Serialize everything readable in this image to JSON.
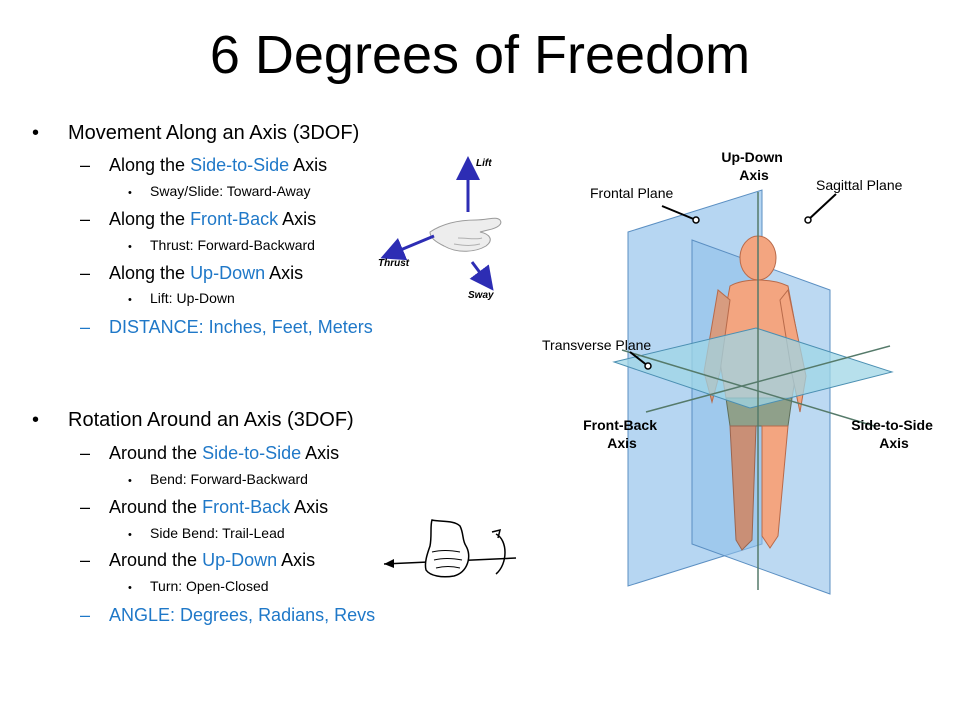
{
  "title": "6 Degrees of Freedom",
  "bullet": "•",
  "dash": "–",
  "sub_bullet": "•",
  "colors": {
    "accent": "#1f78c8",
    "arrow": "#2d2db4",
    "plane_blue": "#a9cff0",
    "skin": "#f3a580"
  },
  "translation": {
    "heading": "Movement Along an Axis (3DOF)",
    "items": [
      {
        "prefix": "Along the ",
        "axis": "Side-to-Side",
        "suffix": " Axis",
        "detail": "Sway/Slide: Toward-Away"
      },
      {
        "prefix": "Along the ",
        "axis": "Front-Back",
        "suffix": " Axis",
        "detail": "Thrust: Forward-Backward"
      },
      {
        "prefix": "Along the ",
        "axis": "Up-Down",
        "suffix": " Axis",
        "detail": "Lift: Up-Down"
      }
    ],
    "units": "DISTANCE: Inches, Feet, Meters"
  },
  "rotation": {
    "heading": "Rotation Around an Axis (3DOF)",
    "items": [
      {
        "prefix": "Around the ",
        "axis": "Side-to-Side",
        "suffix": " Axis",
        "detail": "Bend: Forward-Backward"
      },
      {
        "prefix": "Around the ",
        "axis": "Front-Back",
        "suffix": " Axis",
        "detail": "Side Bend: Trail-Lead"
      },
      {
        "prefix": "Around the ",
        "axis": "Up-Down",
        "suffix": " Axis",
        "detail": "Turn: Open-Closed"
      }
    ],
    "units": "ANGLE: Degrees, Radians, Revs"
  },
  "hand_diagram": {
    "lift": "Lift",
    "thrust": "Thrust",
    "sway": "Sway"
  },
  "body_diagram": {
    "up_down_axis": "Up-Down Axis",
    "frontal_plane": "Frontal Plane",
    "sagittal_plane": "Sagittal Plane",
    "transverse_plane": "Transverse Plane",
    "front_back_axis": "Front-Back Axis",
    "side_to_side_axis": "Side-to-Side Axis"
  }
}
